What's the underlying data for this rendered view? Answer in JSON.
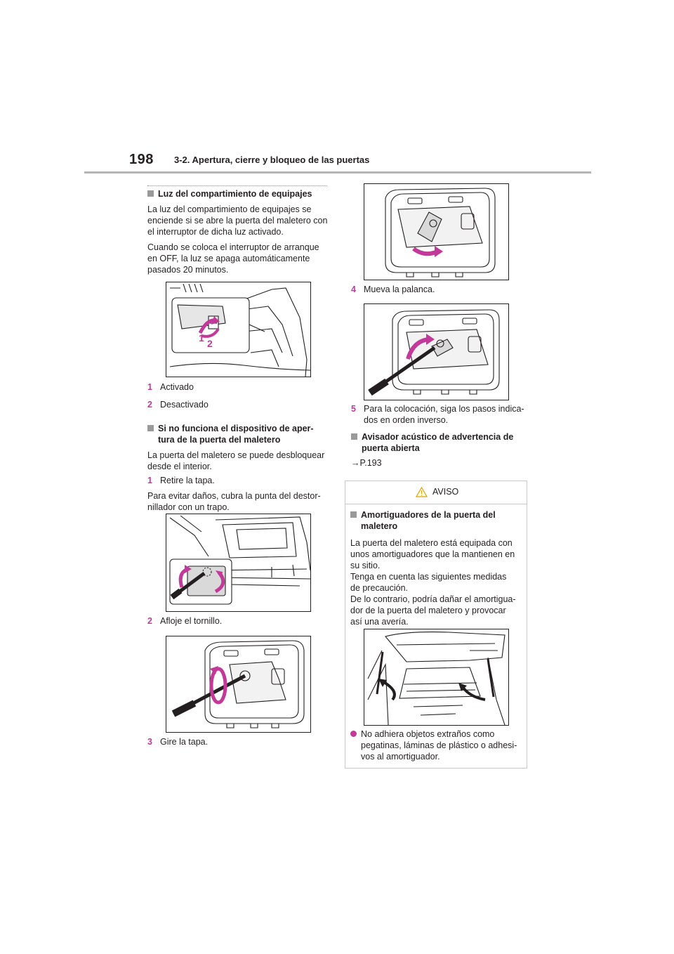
{
  "header": {
    "page_number": "198",
    "section": "3-2. Apertura, cierre y bloqueo de las puertas"
  },
  "colors": {
    "accent_pink": "#c2399a",
    "heading_square": "#9a9a9a",
    "warning_amber": "#e0a400"
  },
  "left": {
    "luz_heading": "Luz del compartimiento de equipajes",
    "luz_p1": "La luz del compartimiento de equipajes se enciende si se abre la puerta del maletero con el interruptor de dicha luz activado.",
    "luz_p2": "Cuando se coloca el interruptor de arranque en OFF, la luz se apaga automáticamente pasados 20 minutos.",
    "fig1_label1": "1",
    "fig1_label2": "2",
    "item1_num": "1",
    "item1_text": "Activado",
    "item2_num": "2",
    "item2_text": "Desactivado",
    "door_heading": "Si no funciona el dispositivo de aper-tura de la puerta del maletero",
    "door_p1": "La puerta del maletero se puede desbloquear desde el interior.",
    "step1_num": "1",
    "step1_text": "Retire la tapa.",
    "door_p2": "Para evitar daños, cubra la punta del destor-nillador con un trapo.",
    "step2_num": "2",
    "step2_text": "Afloje el tornillo.",
    "step3_num": "3",
    "step3_text": "Gire la tapa."
  },
  "right": {
    "step4_num": "4",
    "step4_text": "Mueva la palanca.",
    "step5_num": "5",
    "step5_text": "Para la colocación, siga los pasos indica-dos en orden inverso.",
    "alarm_heading": "Avisador acústico de advertencia de puerta abierta",
    "alarm_ref": "→P.193"
  },
  "notice": {
    "title": "AVISO",
    "heading": "Amortiguadores de la puerta del maletero",
    "p1": "La puerta del maletero está equipada con unos amortiguadores que la mantienen en su sitio.",
    "p2": "Tenga en cuenta las siguientes medidas de precaución.",
    "p3": "De lo contrario, podría dañar el amortigua-dor de la puerta del maletero y provocar así una avería.",
    "bullet_text": "No adhiera objetos extraños como pegatinas, láminas de plástico o adhesi-vos al amortiguador."
  }
}
